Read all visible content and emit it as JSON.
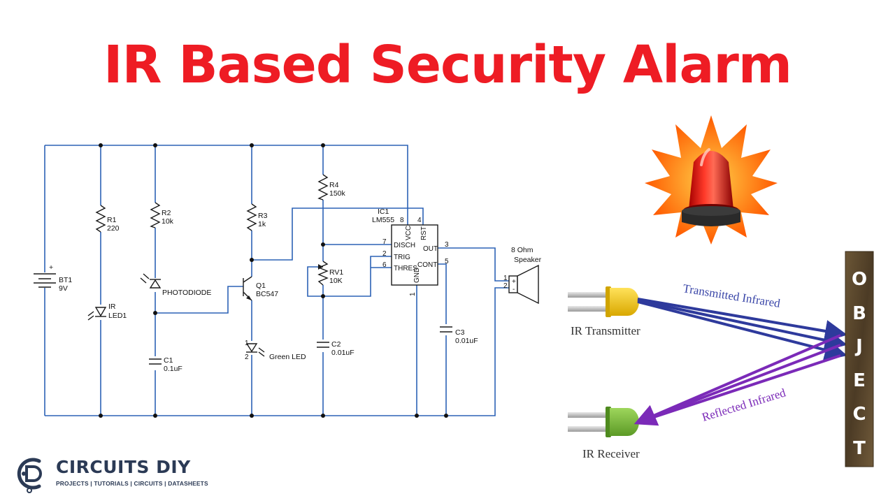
{
  "title": "IR Based Security Alarm",
  "schematic": {
    "battery": {
      "ref": "BT1",
      "value": "9V",
      "plus": "+"
    },
    "r1": {
      "ref": "R1",
      "value": "220"
    },
    "ir_led": {
      "ref": "IR",
      "value": "LED1"
    },
    "r2": {
      "ref": "R2",
      "value": "10k"
    },
    "photodiode": {
      "label": "PHOTODIODE"
    },
    "c1": {
      "ref": "C1",
      "value": "0.1uF"
    },
    "r3": {
      "ref": "R3",
      "value": "1k"
    },
    "q1": {
      "ref": "Q1",
      "value": "BC547"
    },
    "green_led": {
      "label": "Green LED",
      "pin1": "1",
      "pin2": "2"
    },
    "r4": {
      "ref": "R4",
      "value": "150k"
    },
    "rv1": {
      "ref": "RV1",
      "value": "10K"
    },
    "c2": {
      "ref": "C2",
      "value": "0.01uF"
    },
    "c3": {
      "ref": "C3",
      "value": "0.01uF"
    },
    "ic1": {
      "ref": "IC1",
      "part": "LM555",
      "pins": {
        "vcc": "VCC",
        "rst": "RST",
        "disch": "DISCH",
        "trig": "TRIG",
        "thres": "THRES",
        "gnd": "GND",
        "out": "OUT",
        "cont": "CONT"
      },
      "pin_numbers": {
        "vcc": "8",
        "rst": "4",
        "disch": "7",
        "trig": "2",
        "thres": "6",
        "gnd": "1",
        "out": "3",
        "cont": "5"
      }
    },
    "speaker": {
      "label_line1": "8 Ohm",
      "label_line2": "Speaker",
      "pin1": "1",
      "pin2": "2",
      "plus": "+",
      "minus": "-"
    }
  },
  "illustration": {
    "transmitter_label": "IR Transmitter",
    "receiver_label": "IR Receiver",
    "transmitted_label": "Transmitted Infrared",
    "reflected_label": "Reflected Infrared",
    "object_letters": [
      "O",
      "B",
      "J",
      "E",
      "C",
      "T"
    ],
    "alarm_icon": "red-siren-icon",
    "colors": {
      "title": "#ee1c24",
      "wire": "#2c62b6",
      "transmit": "#2e3a9c",
      "reflect": "#7b2ab8",
      "tx_led": "#f2c400",
      "rx_led": "#7ab83a",
      "object": "#5a4630"
    }
  },
  "logo": {
    "name": "CIRCUITS DIY",
    "tagline": "PROJECTS | TUTORIALS | CIRCUITS | DATASHEETS"
  }
}
